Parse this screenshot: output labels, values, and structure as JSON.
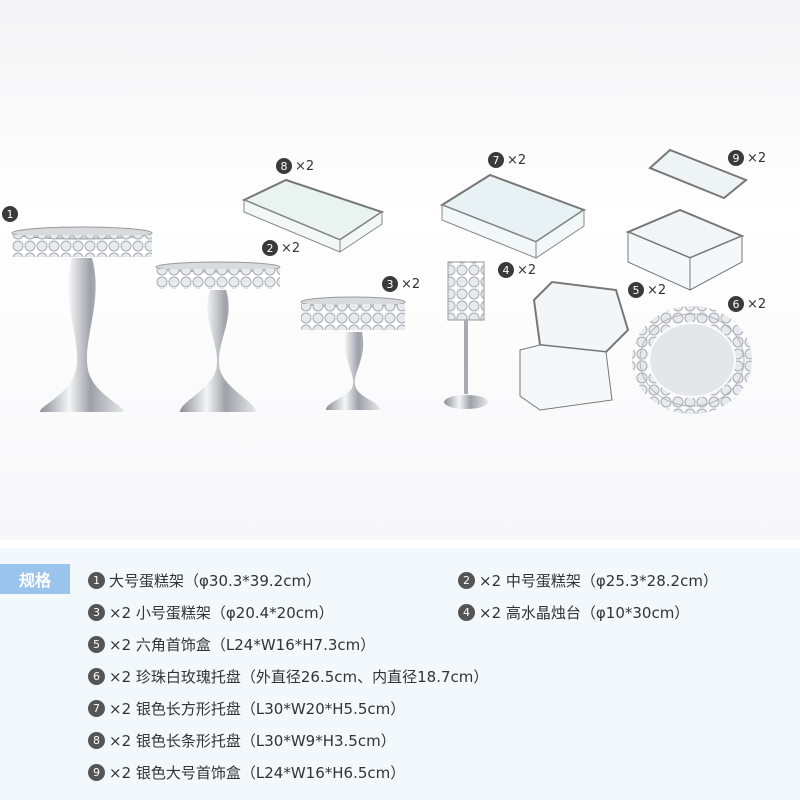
{
  "labels": {
    "l1": {
      "num": "1",
      "qty": ""
    },
    "l2": {
      "num": "2",
      "qty": "×2"
    },
    "l3": {
      "num": "3",
      "qty": "×2"
    },
    "l4": {
      "num": "4",
      "qty": "×2"
    },
    "l5": {
      "num": "5",
      "qty": "×2"
    },
    "l6": {
      "num": "6",
      "qty": "×2"
    },
    "l7": {
      "num": "7",
      "qty": "×2"
    },
    "l8": {
      "num": "8",
      "qty": "×2"
    },
    "l9": {
      "num": "9",
      "qty": "×2"
    }
  },
  "spec": {
    "tag": "规格",
    "r1": {
      "num": "1",
      "text": "大号蛋糕架（φ30.3*39.2cm）"
    },
    "r2": {
      "num": "2",
      "text": "×2 中号蛋糕架（φ25.3*28.2cm）"
    },
    "r3": {
      "num": "3",
      "text": "×2 小号蛋糕架（φ20.4*20cm）"
    },
    "r4": {
      "num": "4",
      "text": "×2 高水晶烛台（φ10*30cm）"
    },
    "r5": {
      "num": "5",
      "text": "×2 六角首饰盒（L24*W16*H7.3cm）"
    },
    "r6": {
      "num": "6",
      "text": "×2 珍珠白玫瑰托盘（外直径26.5cm、内直径18.7cm）"
    },
    "r7": {
      "num": "7",
      "text": "×2 银色长方形托盘（L30*W20*H5.5cm）"
    },
    "r8": {
      "num": "8",
      "text": "×2 银色长条形托盘（L30*W9*H3.5cm）"
    },
    "r9": {
      "num": "9",
      "text": "×2 银色大号首饰盒（L24*W16*H6.5cm）"
    }
  },
  "colors": {
    "tag_bg": "#9ac3ee",
    "spec_bg": "#f3f8fd",
    "silver": "#c9ccd2"
  }
}
